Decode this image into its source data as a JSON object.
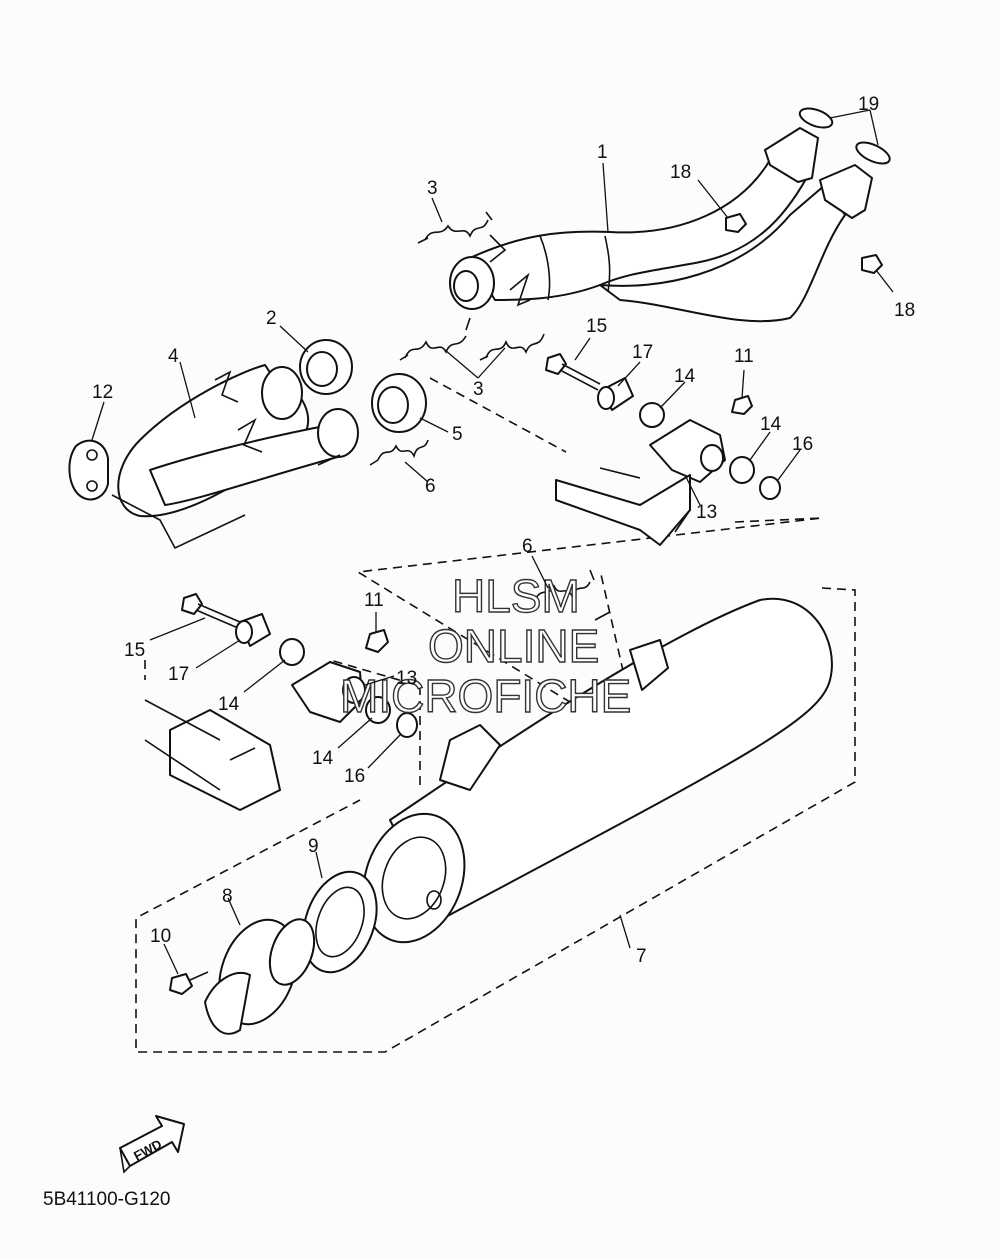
{
  "diagram": {
    "drawing_code": "5B41100-G120",
    "fwd_label": "FWD",
    "watermark": [
      "HLSM",
      "ONLINE",
      "MICROFICHE"
    ],
    "callouts": [
      {
        "id": "c1",
        "label": "1"
      },
      {
        "id": "c2",
        "label": "2"
      },
      {
        "id": "c3a",
        "label": "3"
      },
      {
        "id": "c3b",
        "label": "3"
      },
      {
        "id": "c4",
        "label": "4"
      },
      {
        "id": "c5",
        "label": "5"
      },
      {
        "id": "c6a",
        "label": "6"
      },
      {
        "id": "c6b",
        "label": "6"
      },
      {
        "id": "c7",
        "label": "7"
      },
      {
        "id": "c8",
        "label": "8"
      },
      {
        "id": "c9",
        "label": "9"
      },
      {
        "id": "c10",
        "label": "10"
      },
      {
        "id": "c11a",
        "label": "11"
      },
      {
        "id": "c11b",
        "label": "11"
      },
      {
        "id": "c12",
        "label": "12"
      },
      {
        "id": "c13a",
        "label": "13"
      },
      {
        "id": "c13b",
        "label": "13"
      },
      {
        "id": "c14a",
        "label": "14"
      },
      {
        "id": "c14b",
        "label": "14"
      },
      {
        "id": "c14c",
        "label": "14"
      },
      {
        "id": "c14d",
        "label": "14"
      },
      {
        "id": "c15a",
        "label": "15"
      },
      {
        "id": "c15b",
        "label": "15"
      },
      {
        "id": "c16a",
        "label": "16"
      },
      {
        "id": "c16b",
        "label": "16"
      },
      {
        "id": "c17a",
        "label": "17"
      },
      {
        "id": "c17b",
        "label": "17"
      },
      {
        "id": "c18a",
        "label": "18"
      },
      {
        "id": "c18b",
        "label": "18"
      },
      {
        "id": "c19",
        "label": "19"
      }
    ]
  }
}
